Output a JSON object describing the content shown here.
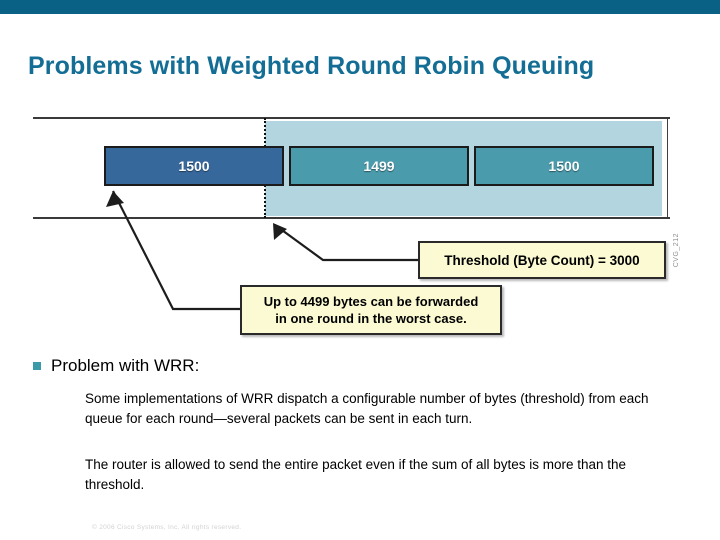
{
  "slide": {
    "title": "Problems with Weighted Round Robin Queuing",
    "top_band_color": "#0a6186",
    "title_color": "#136d94",
    "footer": "© 2006 Cisco Systems, Inc. All rights reserved."
  },
  "figure": {
    "figure_id_label": "CVG_212",
    "band_color": "#b2d5e0",
    "packets": [
      {
        "label": "1500",
        "color": "#37689c",
        "name": "packet-sent-previous-round"
      },
      {
        "label": "1499",
        "color": "#4a9cad",
        "name": "packet-1499"
      },
      {
        "label": "1500",
        "color": "#4a9cad",
        "name": "packet-1500"
      }
    ],
    "divider": {
      "name": "threshold-divider",
      "style": "dotted"
    },
    "callouts": [
      {
        "name": "threshold-callout",
        "text": "Threshold (Byte Count) = 3000",
        "fill": "#fbfad2"
      },
      {
        "name": "worst-case-callout",
        "line1": "Up to 4499 bytes can be forwarded",
        "line2": "in one round in the worst case.",
        "fill": "#fbfad2"
      }
    ]
  },
  "body": {
    "bullet_color": "#3b9aa8",
    "bullet": "Problem with WRR:",
    "paragraphs": [
      "Some implementations of WRR dispatch a configurable number of bytes (threshold) from each queue for each round—several packets can be sent in each turn.",
      "The router is allowed to send the entire packet even if the sum of all bytes is more than the threshold."
    ]
  }
}
